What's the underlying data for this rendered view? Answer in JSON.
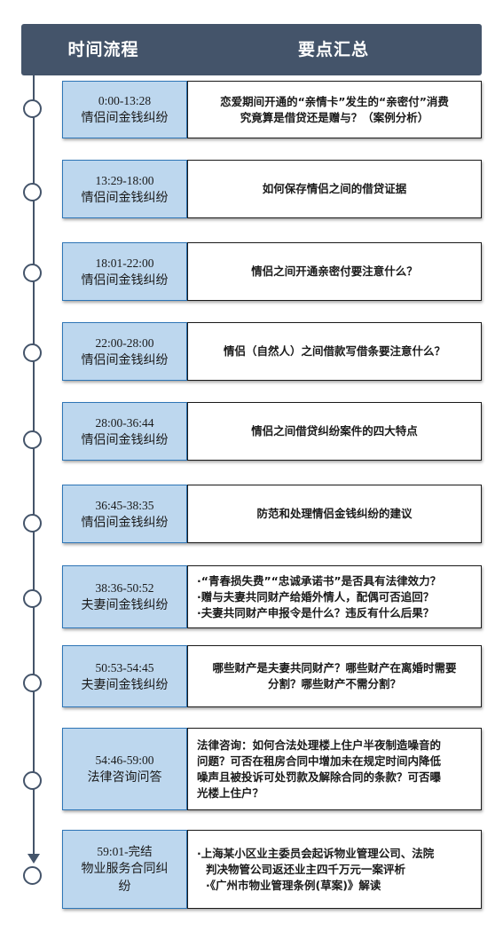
{
  "header": {
    "left_label": "时间流程",
    "right_label": "要点汇总"
  },
  "colors": {
    "header_bg": "#44546a",
    "time_box_bg": "#bdd7ee",
    "time_box_border": "#2e75b6",
    "desc_border": "#1a1a1a"
  },
  "items": [
    {
      "time": "0:00-13:28",
      "topic": [
        "情侣间金钱纠纷"
      ],
      "desc": [
        "恋爱期间开通的“亲情卡”发生的“亲密付”消费",
        "究竟算是借贷还是赠与？（案例分析）"
      ]
    },
    {
      "time": "13:29-18:00",
      "topic": [
        "情侣间金钱纠纷"
      ],
      "desc": [
        "如何保存情侣之间的借贷证据"
      ]
    },
    {
      "time": "18:01-22:00",
      "topic": [
        "情侣间金钱纠纷"
      ],
      "desc": [
        "情侣之间开通亲密付要注意什么？"
      ]
    },
    {
      "time": "22:00-28:00",
      "topic": [
        "情侣间金钱纠纷"
      ],
      "desc": [
        "情侣（自然人）之间借款写借条要注意什么？"
      ]
    },
    {
      "time": "28:00-36:44",
      "topic": [
        "情侣间金钱纠纷"
      ],
      "desc": [
        "情侣之间借贷纠纷案件的四大特点"
      ]
    },
    {
      "time": "36:45-38:35",
      "topic": [
        "情侣间金钱纠纷"
      ],
      "desc": [
        "防范和处理情侣金钱纠纷的建议"
      ]
    },
    {
      "time": "38:36-50:52",
      "topic": [
        "夫妻间金钱纠纷"
      ],
      "desc": [
        "·“青春损失费”“忠诚承诺书”是否具有法律效力？",
        "·赠与夫妻共同财产给婚外情人，配偶可否追回？",
        "·夫妻共同财产申报令是什么？违反有什么后果？"
      ]
    },
    {
      "time": "50:53-54:45",
      "topic": [
        "夫妻间金钱纠纷"
      ],
      "desc": [
        "哪些财产是夫妻共同财产？哪些财产在离婚时需要",
        "分割？哪些财产不需分割？"
      ]
    },
    {
      "time": "54:46-59:00",
      "topic": [
        "法律咨询问答"
      ],
      "desc": [
        "法律咨询：如何合法处理楼上住户半夜制造噪音的",
        "问题？可否在租房合同中增加未在规定时间内降低",
        "噪声且被投诉可处罚款及解除合同的条款？可否曝",
        "光楼上住户？"
      ]
    },
    {
      "time": "59:01-完结",
      "topic": [
        "物业服务合同纠",
        "纷"
      ],
      "desc": [
        "·上海某小区业主委员会起诉物业管理公司、法院",
        "判决物管公司返还业主四千万元一案评析",
        "·《广州市物业管理条例(草案)》解读"
      ]
    }
  ]
}
